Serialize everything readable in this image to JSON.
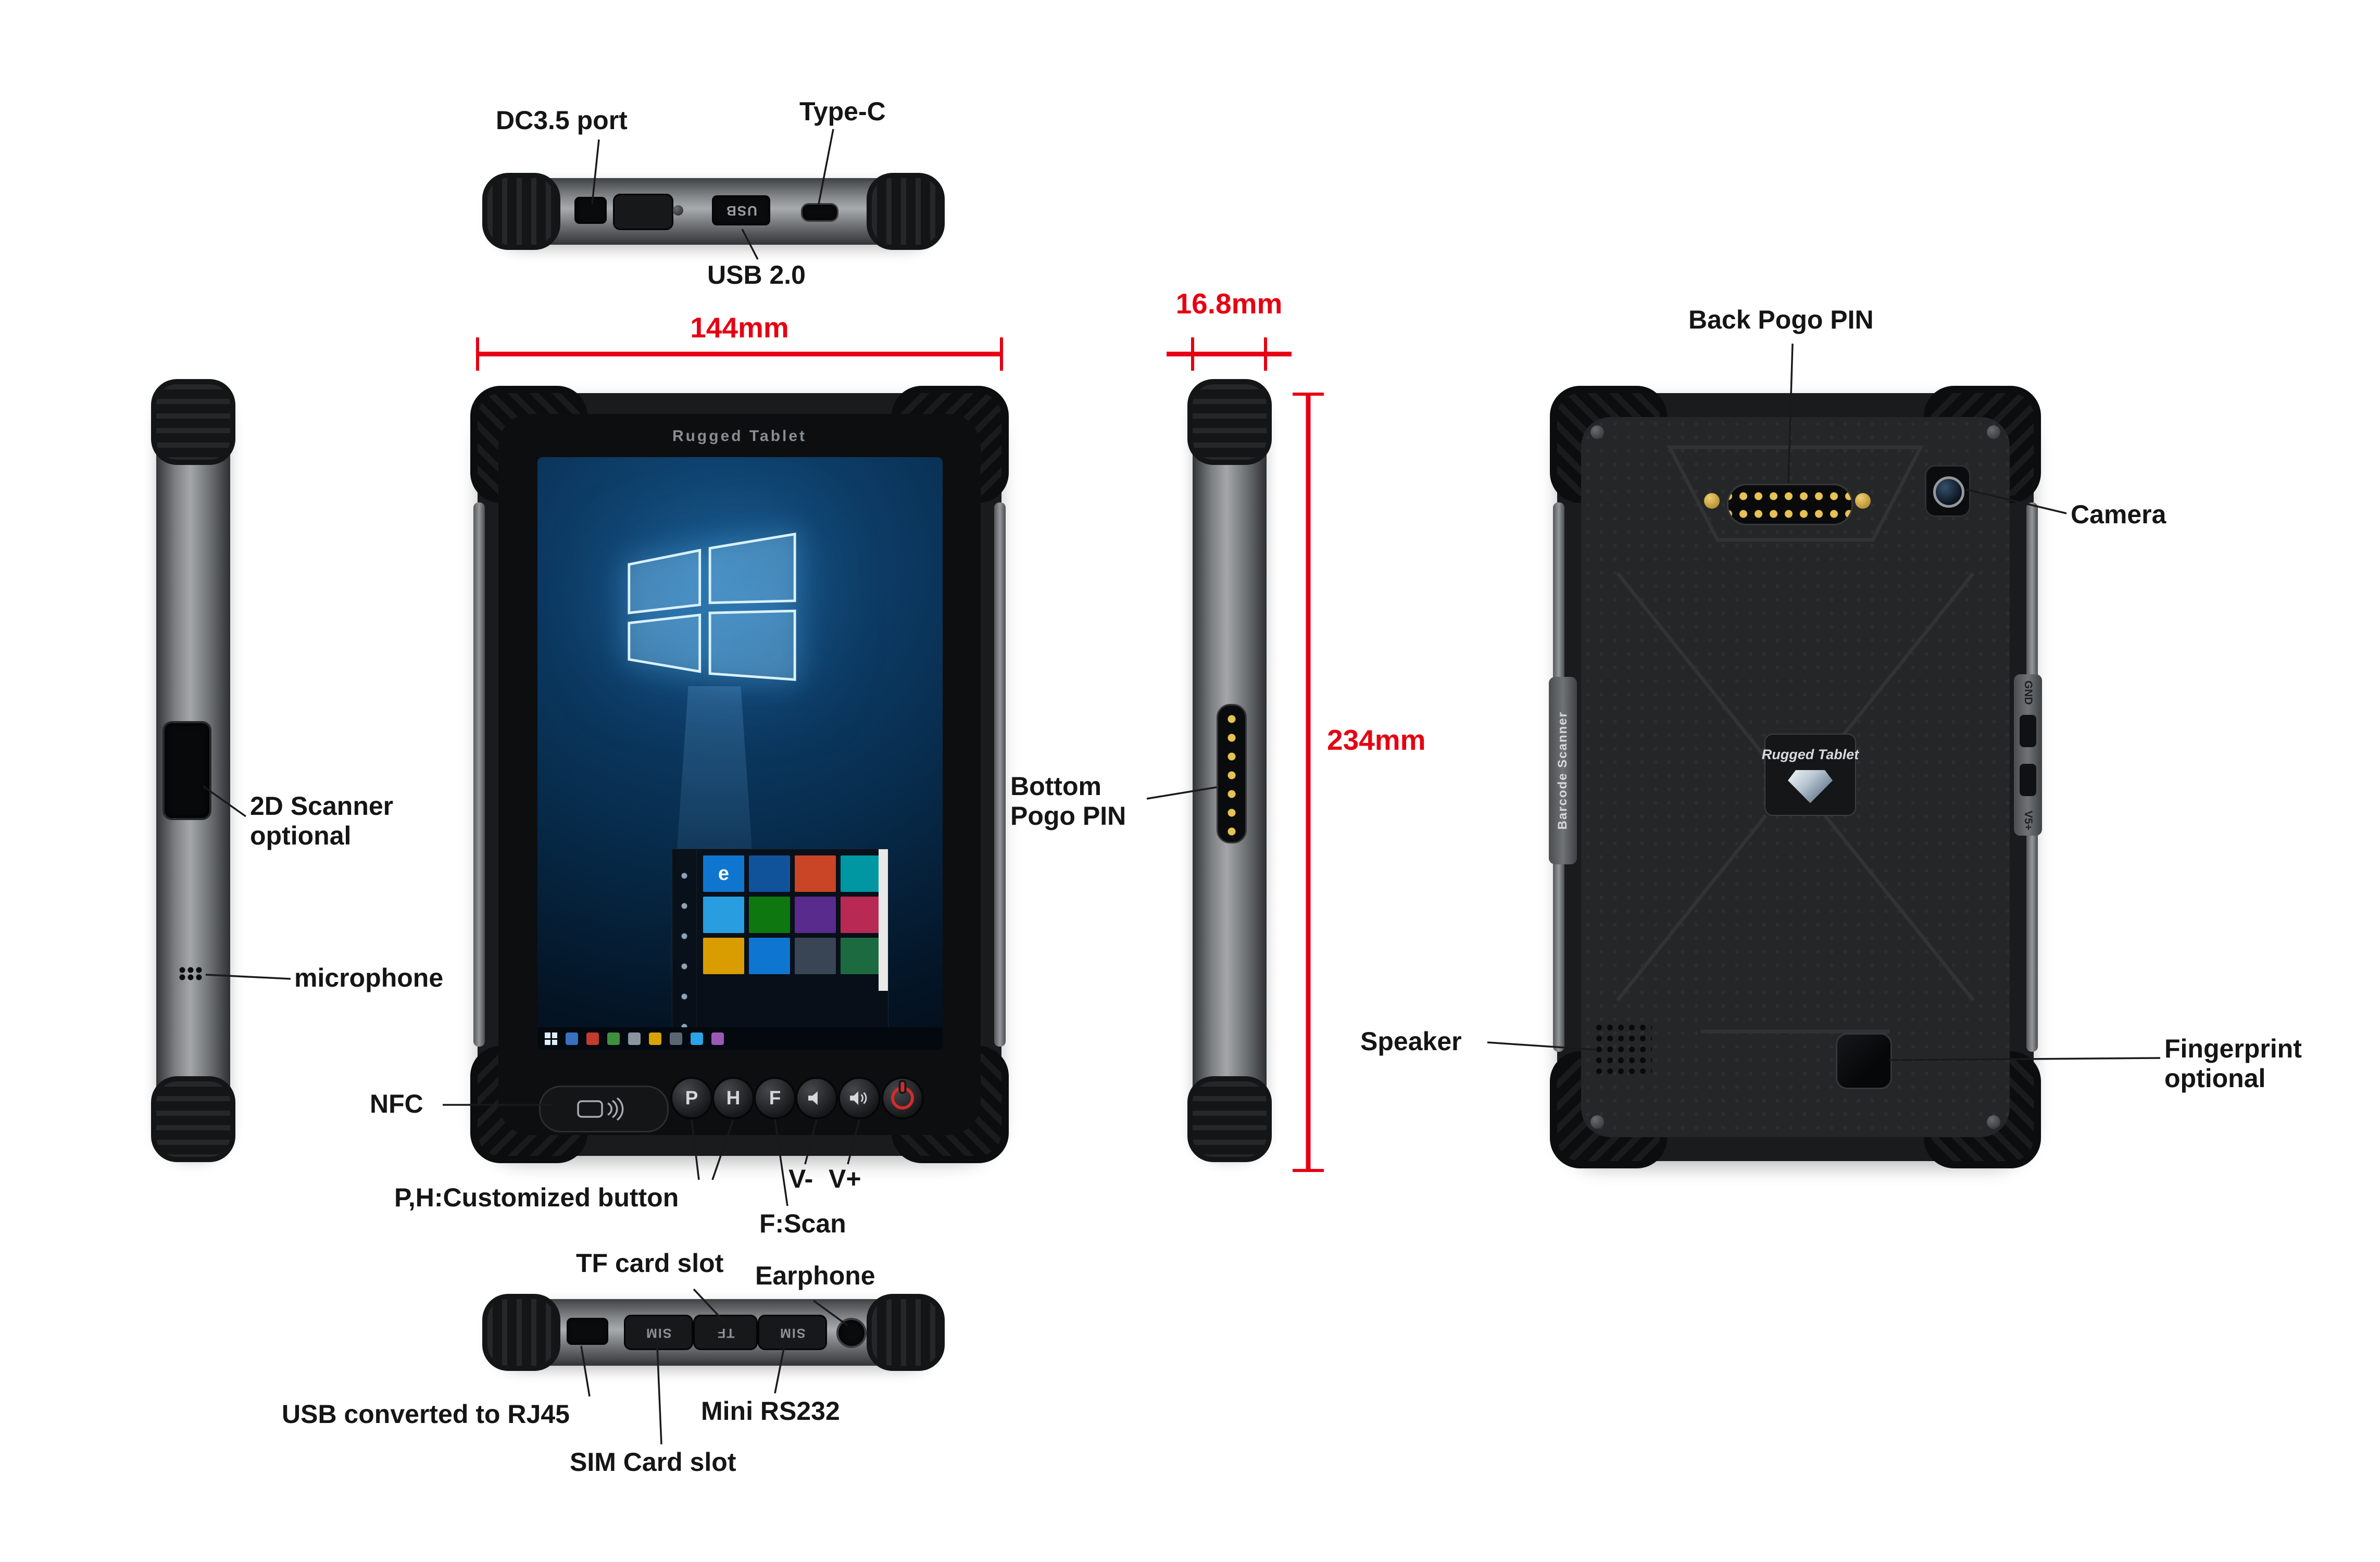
{
  "colors": {
    "dimension_red": "#e60012",
    "label_text": "#151515",
    "background": "#ffffff"
  },
  "dimensions": {
    "width": "144mm",
    "thickness": "16.8mm",
    "height": "234mm"
  },
  "top_view": {
    "label_dc": "DC3.5 port",
    "label_typec": "Type-C",
    "label_usb": "USB 2.0",
    "port_text_usb": "USB"
  },
  "left_view": {
    "scanner_line1": "2D Scanner",
    "scanner_line2": "optional",
    "microphone": "microphone"
  },
  "front_view": {
    "brand": "Rugged Tablet",
    "nfc": "NFC",
    "ph_label": "P,H:Customized button",
    "fscan": "F:Scan",
    "vminus": "V-",
    "vplus": "V+",
    "edge_tile_letter": "e",
    "buttons": {
      "p": "P",
      "h": "H",
      "f": "F"
    }
  },
  "bottom_view": {
    "tf": "TF card slot",
    "earphone": "Earphone",
    "rj45": "USB converted to RJ45",
    "rs232": "Mini RS232",
    "sim": "SIM Card slot",
    "cover_sim1": "SIM",
    "cover_tf": "TF",
    "cover_sim2": "SIM"
  },
  "profile_view": {
    "pogo_line1": "Bottom",
    "pogo_line2": "Pogo PIN"
  },
  "back_view": {
    "back_pogo": "Back Pogo PIN",
    "camera": "Camera",
    "speaker": "Speaker",
    "fingerprint_line1": "Fingerprint",
    "fingerprint_line2": "optional",
    "barcode_scanner": "Barcode Scanner",
    "logo": "Rugged Tablet",
    "pin_gnd": "GND",
    "pin_v5": "V5+"
  }
}
